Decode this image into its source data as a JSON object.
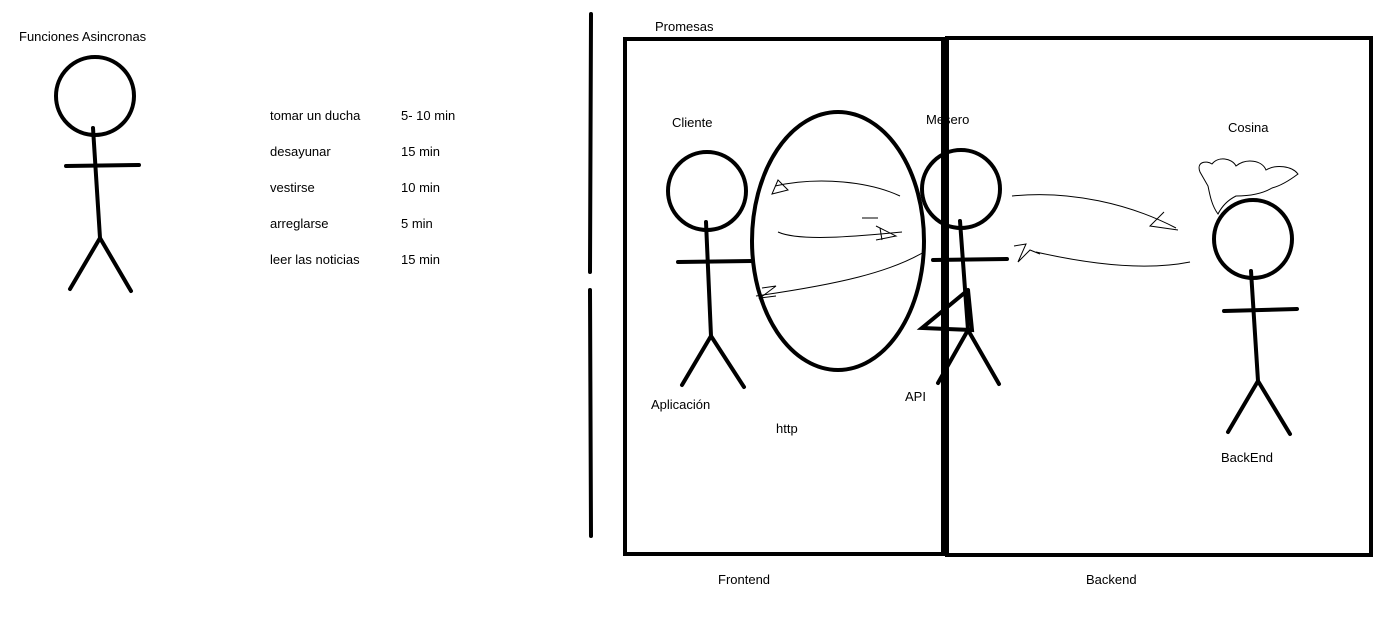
{
  "left_panel": {
    "title": "Funciones  Asincronas",
    "tasks": [
      {
        "name": "tomar un ducha",
        "time": "5- 10 min"
      },
      {
        "name": "desayunar",
        "time": "15 min"
      },
      {
        "name": "vestirse",
        "time": "10 min"
      },
      {
        "name": "arreglarse",
        "time": "5 min"
      },
      {
        "name": "leer las noticias",
        "time": "15 min"
      }
    ]
  },
  "right_panel": {
    "title": "Promesas",
    "client_label": "Cliente",
    "app_label": "Aplicación",
    "http_label": "http",
    "waiter_label": "Mesero",
    "api_label": "API",
    "kitchen_label": "Cosina",
    "backend_person_label": "BackEnd",
    "frontend_box_label": "Frontend",
    "backend_box_label": "Backend"
  },
  "colors": {
    "ink": "#000000",
    "background": "#ffffff"
  }
}
